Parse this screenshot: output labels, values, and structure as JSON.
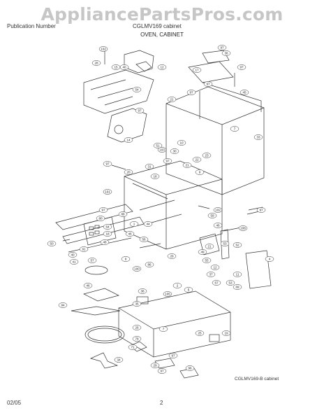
{
  "watermark": "AppliancePartsPros.com",
  "header": {
    "left": "Publication Number",
    "right": "CGLMV169 cabinet"
  },
  "section_title": "OVEN, CABINET",
  "diagram_caption": "CGLMV169-B cabinet",
  "footer": {
    "date": "02/05",
    "page": "2"
  },
  "callouts": [
    "102",
    "28",
    "15",
    "40",
    "12",
    "97",
    "36",
    "17",
    "97",
    "45",
    "54",
    "97",
    "97",
    "21",
    "97",
    "7",
    "22",
    "30",
    "51",
    "10",
    "14",
    "33",
    "103",
    "23",
    "97",
    "31",
    "97",
    "9",
    "18",
    "21",
    "20",
    "101",
    "97",
    "88",
    "97",
    "80",
    "102",
    "59",
    "64",
    "50",
    "1",
    "44",
    "46",
    "18",
    "108",
    "91",
    "40",
    "9",
    "57",
    "53",
    "52",
    "56",
    "46",
    "48",
    "21",
    "49",
    "4",
    "55",
    "12",
    "86",
    "11",
    "53",
    "37",
    "29",
    "67",
    "69",
    "2",
    "5",
    "38",
    "105",
    "100",
    "94",
    "46",
    "35",
    "7",
    "26",
    "25",
    "19",
    "78",
    "71",
    "97",
    "34",
    "29",
    "97",
    "96",
    "41"
  ]
}
